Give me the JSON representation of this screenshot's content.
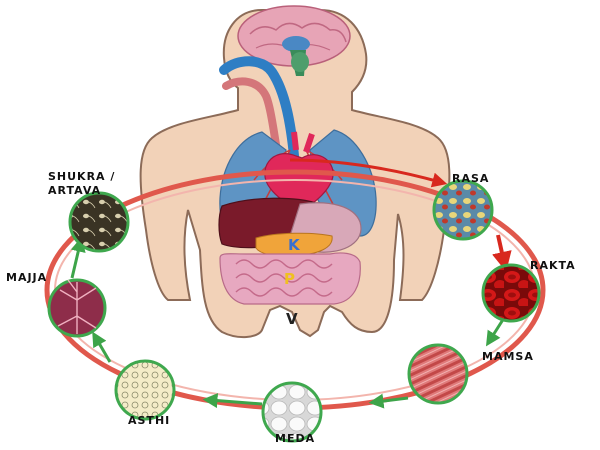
{
  "diagram": {
    "dhatus": [
      {
        "id": "rasa",
        "label": "RASA"
      },
      {
        "id": "rakta",
        "label": "RAKTA"
      },
      {
        "id": "mamsa",
        "label": "MAMSA"
      },
      {
        "id": "meda",
        "label": "MEDA"
      },
      {
        "id": "asthi",
        "label": "ASTHI"
      },
      {
        "id": "majja",
        "label": "MAJJA"
      },
      {
        "id": "shukra",
        "label_line1": "SHUKRA /",
        "label_line2": "ARTAVA"
      }
    ],
    "doshas": {
      "kapha": "K",
      "pitta": "P",
      "vata": "V"
    },
    "colors": {
      "cycle_outer": "#e0584c",
      "cycle_inner": "#f3b5ad",
      "arrow_green": "#3da449",
      "arrow_red": "#d8281e",
      "body_fill": "#f2d2b8",
      "body_outline": "#8c6b58",
      "circle_border": "#3fa84e"
    }
  }
}
